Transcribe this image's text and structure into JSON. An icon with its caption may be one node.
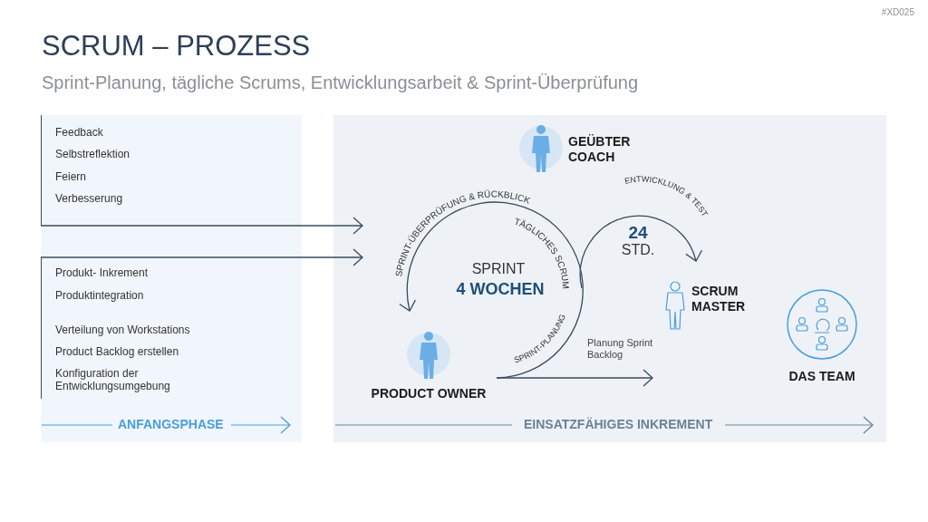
{
  "diagram": {
    "title": "SCRUM – PROZESS",
    "nodes": [
      {
        "text": [
          "ANFANGSPHASE"
        ]
      },
      {
        "text": [
          "EINSATZFÄHIGES INKREMENT"
        ]
      },
      {
        "text": [
          "Feedback",
          "Selbstreflektion",
          "Feiern",
          "Verbesserung"
        ],
        "in": 0
      },
      {
        "text": [
          "Produkt- Inkrement",
          "Produktintegration",
          "Verteilung von Workstations",
          "Product Backlog erstellen",
          "Konfiguration der Entwicklungsumgebung"
        ],
        "in": 0
      }
    ],
    "edges": [
      {
        "from": 2,
        "to": 1,
        "arrow": "to"
      },
      {
        "from": 3,
        "to": 1,
        "arrow": "to"
      }
    ],
    "labels": [
      "#XD025",
      "Sprint-Planung, tägliche Scrums, Entwicklungsarbeit & Sprint-Überprüfung",
      "GEÜBTER COACH",
      "SPRINT-ÜBERPRÜFUNG & RÜCKBLICK",
      "ENTWICKLUNG & TEST",
      "TÄGLICHES SCRUM",
      "24",
      "STD.",
      "SPRINT",
      "4 WOCHEN",
      "SCRUM MASTER",
      "Planung Sprint Backlog",
      "SPRINT-PLANUNG",
      "PRODUCT OWNER",
      "DAS TEAM"
    ]
  }
}
